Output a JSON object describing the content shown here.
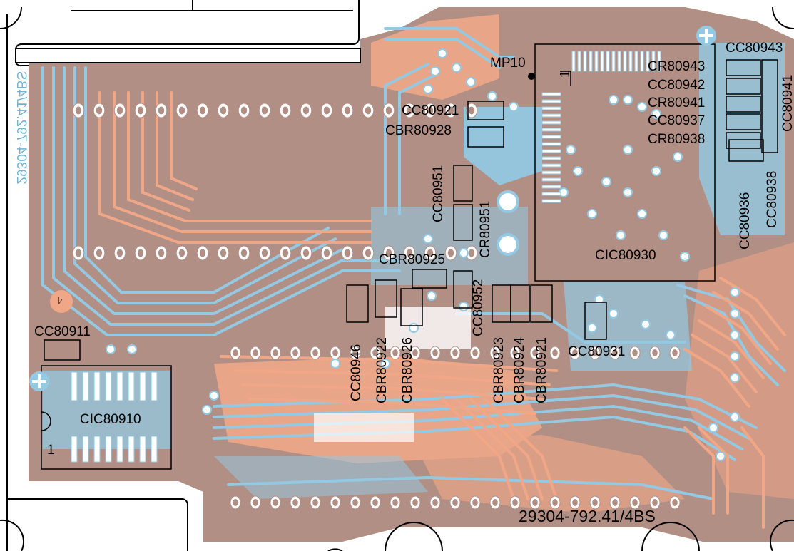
{
  "board": {
    "part_number": "29304-792.41/4BS",
    "mirror_text": "29304-792.41/4BS"
  },
  "colors": {
    "board": "#b28f85",
    "trace_top": "#f0a787",
    "trace_bottom": "#93c9e2",
    "outline": "#000000",
    "mounting": "#ffffff"
  },
  "components": {
    "cic80930": "CIC80930",
    "cic80910": "CIC80910",
    "mp10": "MP10",
    "pin1_ic": "1",
    "pin1_cic80910": "1",
    "pad_4": "4",
    "cc80943": "CC80943",
    "cc80941": "CC80941",
    "cr80943": "CR80943",
    "cc80942": "CC80942",
    "cr80941": "CR80941",
    "cc80937": "CC80937",
    "cr80938": "CR80938",
    "cc80936": "CC80936",
    "cc80938": "CC80938",
    "cc80921": "CC80921",
    "cbr80928": "CBR80928",
    "cc80951": "CC80951",
    "cr80951": "CR80951",
    "cbr80925": "CBR80925",
    "cc80952": "CC80952",
    "cc80946": "CC80946",
    "cbr80922": "CBR80922",
    "cbr80926": "CBR80926",
    "cbr80923": "CBR80923",
    "cbr80924": "CBR80924",
    "cbr80921": "CBR80921",
    "cc80931": "CC80931",
    "cc80911": "CC80911"
  }
}
